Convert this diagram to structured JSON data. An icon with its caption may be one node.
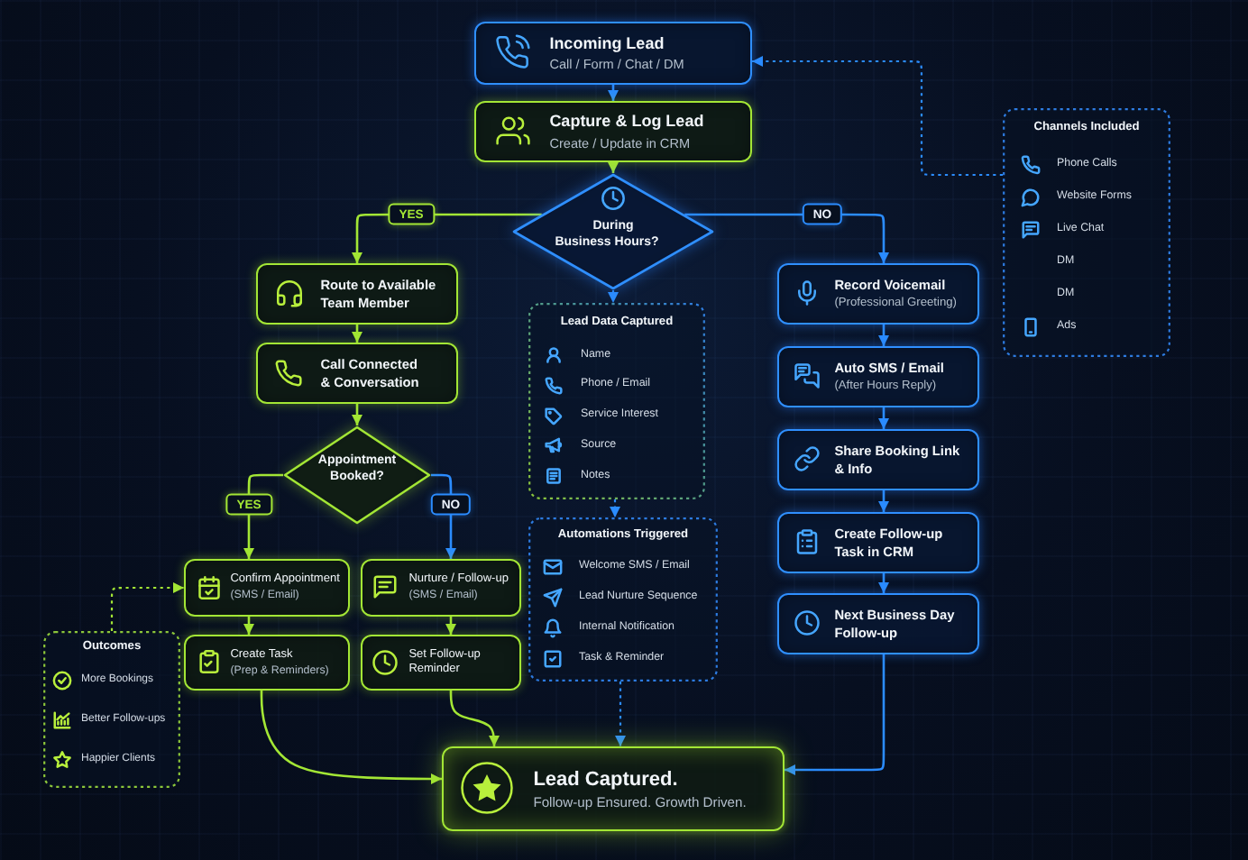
{
  "diagram": {
    "nodes": [
      {
        "text": [
          "Incoming Lead",
          "Call / Form / Chat / DM"
        ]
      },
      {
        "text": [
          "Capture & Log Lead",
          "Create / Update in CRM"
        ]
      },
      {
        "text": [
          "During Business Hours?"
        ]
      },
      {
        "text": [
          "Route to Available Team Member"
        ]
      },
      {
        "text": [
          "Call Connected & Conversation"
        ]
      },
      {
        "text": [
          "Appointment Booked?"
        ]
      },
      {
        "text": [
          "Confirm Appointment",
          "(SMS / Email)"
        ]
      },
      {
        "text": [
          "Nurture / Follow-up",
          "(SMS / Email)"
        ]
      },
      {
        "text": [
          "Create Task",
          "(Prep & Reminders)"
        ]
      },
      {
        "text": [
          "Set Follow-up Reminder"
        ]
      },
      {
        "text": [
          "Lead Data Captured",
          "Name",
          "Phone / Email",
          "Service Interest",
          "Source",
          "Notes"
        ]
      },
      {
        "text": [
          "Automations Triggered",
          "Welcome SMS / Email",
          "Lead Nurture Sequence",
          "Internal Notification",
          "Task & Reminder"
        ]
      },
      {
        "text": [
          "Record Voicemail",
          "(Professional Greeting)"
        ]
      },
      {
        "text": [
          "Auto SMS / Email",
          "(After Hours Reply)"
        ]
      },
      {
        "text": [
          "Share Booking Link & Info"
        ]
      },
      {
        "text": [
          "Create Follow-up Task in CRM"
        ]
      },
      {
        "text": [
          "Next Business Day Follow-up"
        ]
      },
      {
        "text": [
          "Channels Included",
          "Phone Calls",
          "Website Forms",
          "Live Chat",
          "DM",
          "DM",
          "Ads"
        ]
      },
      {
        "text": [
          "Outcomes",
          "More Bookings",
          "Better Follow-ups",
          "Happier Clients"
        ]
      },
      {
        "text": [
          "Lead Captured.",
          "Follow-up Ensured. Growth Driven."
        ]
      }
    ],
    "edges": [
      {
        "from": 0,
        "to": 1,
        "arrow": "to"
      },
      {
        "from": 1,
        "to": 2,
        "arrow": "to",
        "color": "#a3e635"
      },
      {
        "from": 2,
        "to": 3,
        "arrow": "to",
        "label": "YES",
        "color": "#a3e635"
      },
      {
        "from": 2,
        "to": 12,
        "arrow": "to",
        "label": "NO"
      },
      {
        "from": 2,
        "to": 10,
        "arrow": "to",
        "style": "dashed"
      },
      {
        "from": 3,
        "to": 4,
        "arrow": "to",
        "color": "#a3e635"
      },
      {
        "from": 4,
        "to": 5,
        "arrow": "to",
        "color": "#a3e635"
      },
      {
        "from": 5,
        "to": 6,
        "arrow": "to",
        "label": "YES",
        "color": "#a3e635"
      },
      {
        "from": 5,
        "to": 7,
        "arrow": "to",
        "label": "NO"
      },
      {
        "from": 6,
        "to": 8,
        "arrow": "to",
        "color": "#a3e635"
      },
      {
        "from": 7,
        "to": 9,
        "arrow": "to",
        "color": "#a3e635"
      },
      {
        "from": 8,
        "to": 19,
        "arrow": "to",
        "color": "#a3e635"
      },
      {
        "from": 9,
        "to": 19,
        "arrow": "to",
        "color": "#a3e635"
      },
      {
        "from": 10,
        "to": 11,
        "arrow": "to",
        "style": "dashed"
      },
      {
        "from": 11,
        "to": 19,
        "arrow": "to",
        "style": "dashed"
      },
      {
        "from": 12,
        "to": 13,
        "arrow": "to"
      },
      {
        "from": 13,
        "to": 14,
        "arrow": "to"
      },
      {
        "from": 14,
        "to": 15,
        "arrow": "to"
      },
      {
        "from": 15,
        "to": 16,
        "arrow": "to"
      },
      {
        "from": 16,
        "to": 19,
        "arrow": "to"
      },
      {
        "from": 17,
        "to": 0,
        "arrow": "to",
        "style": "dashed"
      },
      {
        "from": 18,
        "to": 6,
        "arrow": "to",
        "style": "dashed",
        "color": "#a3e635"
      }
    ]
  }
}
